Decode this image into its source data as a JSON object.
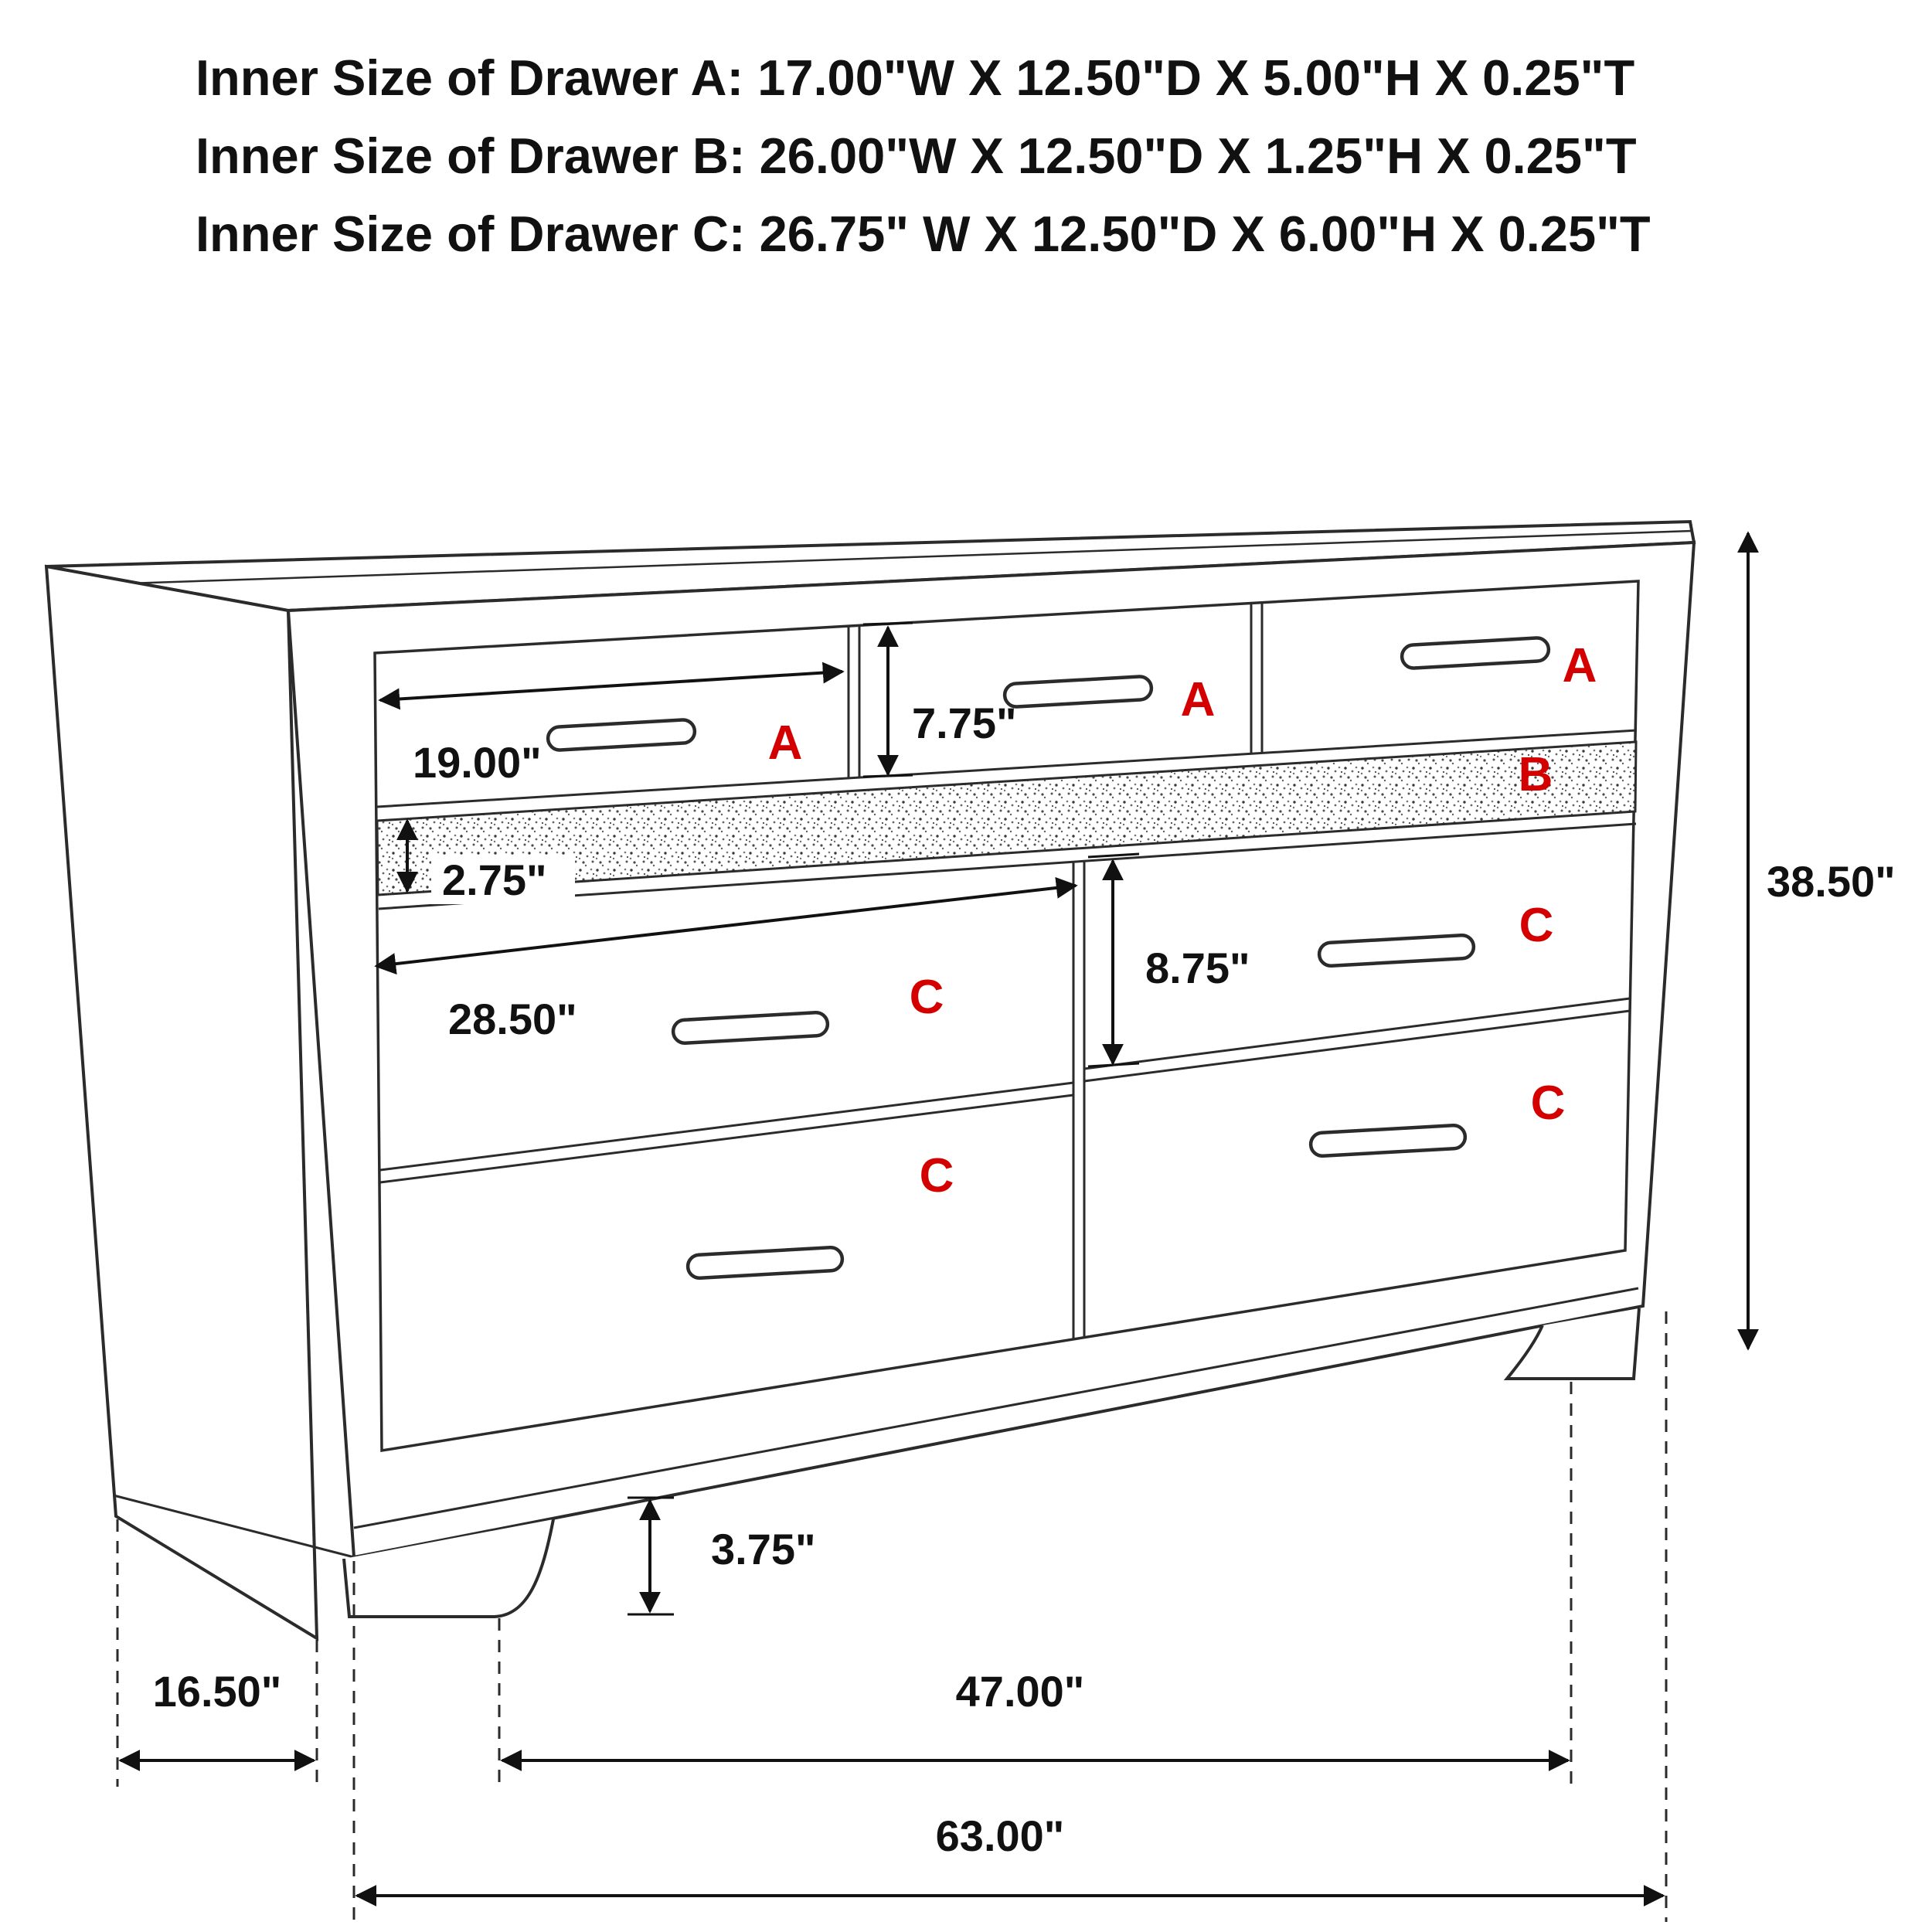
{
  "header": {
    "lines": [
      "Inner Size of Drawer A: 17.00\"W X 12.50\"D X 5.00\"H X 0.25\"T",
      "Inner Size of Drawer B: 26.00\"W X 12.50\"D X 1.25\"H X 0.25\"T",
      "Inner Size of Drawer C: 26.75\" W X 12.50\"D X 6.00\"H X 0.25\"T"
    ]
  },
  "labels": {
    "a": "A",
    "b": "B",
    "c": "C"
  },
  "dims": {
    "drawer_a_width": "19.00\"",
    "drawer_a_front_height": "7.75\"",
    "drawer_b_front_height": "2.75\"",
    "drawer_c_width": "28.50\"",
    "drawer_c_front_height": "8.75\"",
    "overall_height": "38.50\"",
    "base_clearance": "3.75\"",
    "depth": "16.50\"",
    "between_feet_width": "47.00\"",
    "overall_width": "63.00\""
  },
  "colors": {
    "line": "#2b2b2b",
    "label_red": "#d40000",
    "text": "#111111",
    "background": "#ffffff"
  }
}
